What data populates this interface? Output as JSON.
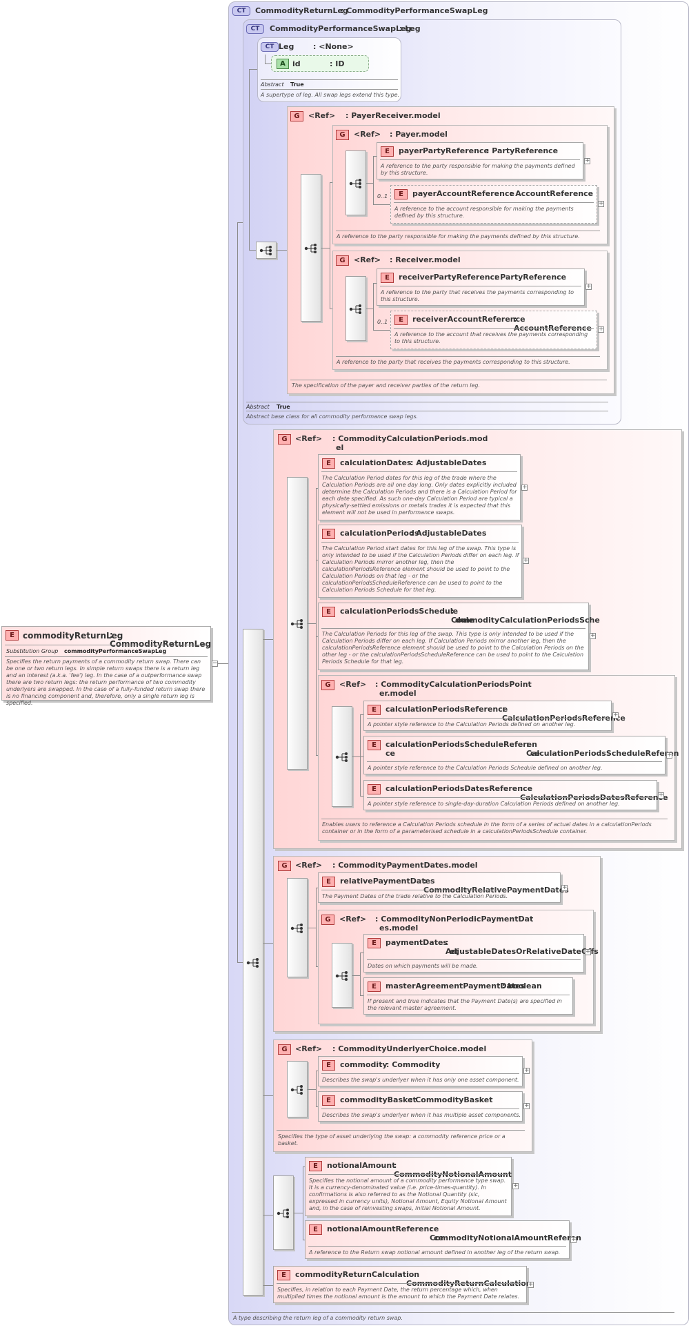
{
  "colors": {
    "complex_type": "#d8d8f6",
    "group": "#ffd6d6",
    "element": "#ffe2e2",
    "attribute": "#e9f9e9"
  },
  "icons": {
    "sequence": "sequence-compositor-icon",
    "expand": "plus-expand-icon"
  },
  "root": {
    "badge": "E",
    "name": "commodityReturnLeg",
    "type": ": CommodityReturnLeg",
    "subst_label": "Substitution Group",
    "subst_value": "commodityPerformanceSwapLeg",
    "doc": "Specifies the return payments of a commodity return swap. There can be one or two return legs. In simple return swaps there is a return leg and an interest (a.k.a. 'fee') leg. In the case of a outperformance swap there are two return legs: the return performance of two commodity underlyers are swapped. In the case of a fully-funded return swap there is no financing component and, therefore, only a single return leg is specified."
  },
  "ct_main": {
    "badge": "CT",
    "name": "CommodityReturnLeg",
    "type": ": CommodityPerformanceSwapLeg",
    "doc": "A type describing the return leg of a commodity return swap."
  },
  "ct_perf": {
    "badge": "CT",
    "name": "CommodityPerformanceSwapLeg",
    "type": ": Leg",
    "abstract_label": "Abstract",
    "abstract_value": "True",
    "doc": "Abstract base class for all commodity performance swap legs."
  },
  "ct_leg": {
    "badge": "CT",
    "name": "Leg",
    "type": ": <None>",
    "attr_badge": "A",
    "attr_name": "id",
    "attr_type": ": ID",
    "abstract_label": "Abstract",
    "abstract_value": "True",
    "doc": "A supertype of leg. All swap legs extend this type."
  },
  "g_payer_receiver": {
    "badge": "G",
    "ref": "<Ref>",
    "type": ": PayerReceiver.model",
    "doc": "The specification of the payer and receiver parties of the return leg."
  },
  "g_payer": {
    "badge": "G",
    "ref": "<Ref>",
    "type": ": Payer.model",
    "doc": "A reference to the party responsible for making the payments defined by this structure."
  },
  "e_payer_party": {
    "badge": "E",
    "name": "payerPartyReference",
    "type": ": PartyReference",
    "doc": "A reference to the party responsible for making the payments defined by this structure."
  },
  "e_payer_account": {
    "badge": "E",
    "card": "0..1",
    "name": "payerAccountReference",
    "type": ": AccountReference",
    "doc": "A reference to the account responsible for making the payments defined by this structure."
  },
  "g_receiver": {
    "badge": "G",
    "ref": "<Ref>",
    "type": ": Receiver.model",
    "doc": "A reference to the party that receives the payments corresponding to this structure."
  },
  "e_receiver_party": {
    "badge": "E",
    "name": "receiverPartyReference",
    "type": ": PartyReference",
    "doc": "A reference to the party that receives the payments corresponding to this structure."
  },
  "e_receiver_account": {
    "badge": "E",
    "card": "0..1",
    "name": "receiverAccountReference",
    "type": ": AccountReference",
    "doc": "A reference to the account that receives the payments corresponding to this structure."
  },
  "g_calc_periods": {
    "badge": "G",
    "ref": "<Ref>",
    "type": ": CommodityCalculationPeriods.model",
    "type_l1": ": CommodityCalculationPeriods.mod",
    "type_l2": "el"
  },
  "e_calc_dates": {
    "badge": "E",
    "name": "calculationDates",
    "type": ": AdjustableDates",
    "doc": "The Calculation Period dates for this leg of the trade where the Calculation Periods are all one day long. Only dates explicitly included determine the Calculation Periods and there is a Calculation Period for each date specified. As such one-day Calculation Period are typical a physically-settled emissions or metals trades it is expected that this element will not be used in performance swaps."
  },
  "e_calc_periods": {
    "badge": "E",
    "name": "calculationPeriods",
    "type": ": AdjustableDates",
    "doc": "The Calculation Period start dates for this leg of the swap. This type is only intended to be used if the Calculation Periods differ on each leg. If Calculation Periods mirror another leg, then the calculationPeriodsReference element should be used to point to the Calculation Periods on that leg - or the calculationPeriodsScheduleReference can be used to point to the Calculation Periods Schedule for that leg."
  },
  "e_calc_schedule": {
    "badge": "E",
    "name": "calculationPeriodsSchedule",
    "type_l1": ": CommodityCalculationPeriodsSche",
    "type_l2": "dule",
    "doc": "The Calculation Periods for this leg of the swap. This type is only intended to be used if the Calculation Periods differ on each leg. If Calculation Periods mirror another leg, then the calculationPeriodsReference element should be used to point to the Calculation Periods on the other leg - or the calculationPeriodsScheduleReference can be used to point to the Calculation Periods Schedule for that leg."
  },
  "g_calc_pointer": {
    "badge": "G",
    "ref": "<Ref>",
    "type_l1": ": CommodityCalculationPeriodsPoint",
    "type_l2": "er.model",
    "doc": "Enables users to reference a Calculation Periods schedule in the form of a series of actual dates in a calculationPeriods container or in the form of a parameterised schedule in a calculationPeriodsSchedule container."
  },
  "e_calc_ref": {
    "badge": "E",
    "name": "calculationPeriodsReference",
    "type": ": CalculationPeriodsReference",
    "doc": "A pointer style reference to the Calculation Periods defined on another leg."
  },
  "e_calc_sched_ref": {
    "badge": "E",
    "name_l1": "calculationPeriodsScheduleReferen",
    "name_l2": "ce",
    "type_l1": ": CalculationPeriodsScheduleReferen",
    "type_l2": "ce",
    "doc": "A pointer style reference to the Calculation Periods Schedule defined on another leg."
  },
  "e_calc_dates_ref": {
    "badge": "E",
    "name": "calculationPeriodsDatesReference",
    "type": ": CalculationPeriodsDatesReference",
    "doc": "A pointer style reference to single-day-duration Calculation Periods defined on another leg."
  },
  "g_payment_dates": {
    "badge": "G",
    "ref": "<Ref>",
    "type": ": CommodityPaymentDates.model"
  },
  "e_rel_payment": {
    "badge": "E",
    "name": "relativePaymentDates",
    "type": ": CommodityRelativePaymentDates",
    "doc": "The Payment Dates of the trade relative to the Calculation Periods."
  },
  "g_nonperiodic": {
    "badge": "G",
    "ref": "<Ref>",
    "type_l1": ": CommodityNonPeriodicPaymentDat",
    "type_l2": "es.model"
  },
  "e_payment_dates": {
    "badge": "E",
    "name": "paymentDates",
    "type_l1": ": AdjustableDatesOrRelativeDateOffs",
    "type_l2": "et",
    "doc": "Dates on which payments will be made."
  },
  "e_master_payment": {
    "badge": "E",
    "name": "masterAgreementPaymentDates",
    "type": ": boolean",
    "doc": "If present and true indicates that the Payment Date(s) are specified in the relevant master agreement."
  },
  "g_underlyer": {
    "badge": "G",
    "ref": "<Ref>",
    "type": ": CommodityUnderlyerChoice.model",
    "doc": "Specifies the type of asset underlying the swap: a commodity reference price or a basket."
  },
  "e_commodity": {
    "badge": "E",
    "name": "commodity",
    "type": ": Commodity",
    "doc": "Describes the swap's underlyer when it has only one asset component."
  },
  "e_basket": {
    "badge": "E",
    "name": "commodityBasket",
    "type": ": CommodityBasket",
    "doc": "Describes the swap's underlyer when it has multiple asset components."
  },
  "e_notional": {
    "badge": "E",
    "name": "notionalAmount",
    "type": ": CommodityNotionalAmount",
    "doc": "Specifies the notional amount of a commodity performance type swap. It is a currency-denominated value (i.e. price-times-quantity). In confirmations is also referred to as the Notional Quantity (sic, expressed in currency units), Notional Amount, Equity Notional Amount and, in the case of reinvesting swaps, Initial Notional Amount."
  },
  "e_notional_ref": {
    "badge": "E",
    "name": "notionalAmountReference",
    "type_l1": ": CommodityNotionalAmountReferen",
    "type_l2": "ce",
    "doc": "A reference to the Return swap notional amount defined in another leg of the return swap."
  },
  "e_return_calc": {
    "badge": "E",
    "name": "commodityReturnCalculation",
    "type": ": CommodityReturnCalculation",
    "doc": "Specifies, in relation to each Payment Date, the return percentage which, when multiplied times the notional amount is the amount to which the Payment Date relates."
  },
  "expand_glyph": "+"
}
